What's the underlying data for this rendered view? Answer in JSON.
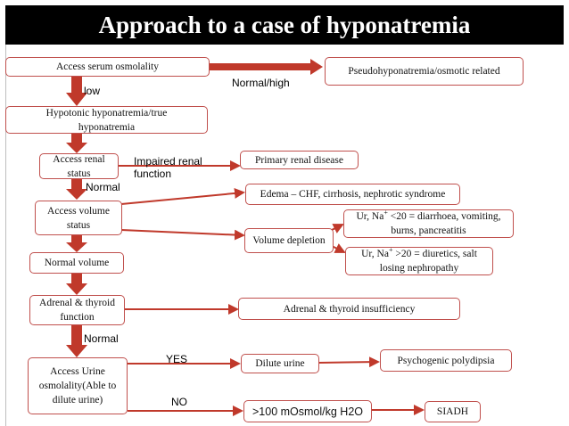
{
  "title": "Approach to a case of hyponatremia",
  "colors": {
    "arrow": "#c0392b",
    "box_border": "#c0504d",
    "title_bg": "#000000",
    "title_text": "#ffffff"
  },
  "nodes": {
    "serum_osmolality": "Access serum osmolality",
    "pseudo": "Pseudohyponatremia/osmotic related",
    "hypotonic": "Hypotonic hyponatremia/true hyponatremia",
    "renal_status": "Access renal status",
    "primary_renal": "Primary renal disease",
    "edema": "Edema – CHF, cirrhosis, nephrotic syndrome",
    "volume_status": "Access volume status",
    "volume_depletion": "Volume depletion",
    "ur_lt20_prefix": "Ur, Na",
    "ur_lt20_sup": "+",
    "ur_lt20_text": " <20 = diarrhoea, vomiting, burns, pancreatitis",
    "ur_gt20_prefix": "Ur, Na",
    "ur_gt20_sup": "+",
    "ur_gt20_text": " >20 = diuretics, salt losing nephropathy",
    "normal_volume": "Normal volume",
    "adrenal_thyroid": "Adrenal & thyroid function",
    "adrenal_insufficiency": "Adrenal & thyroid insufficiency",
    "urine_osmolality": "Access Urine osmolality(Able to dilute urine)",
    "dilute_urine": "Dilute urine",
    "psychogenic": "Psychogenic polydipsia",
    "mosmol": ">100 mOsmol/kg H2O",
    "siadh": "SIADH"
  },
  "labels": {
    "low": "low",
    "normal_high": "Normal/high",
    "impaired_renal": "Impaired renal function",
    "normal_1": "Normal",
    "normal_2": "Normal",
    "yes": "YES",
    "no": "NO"
  }
}
